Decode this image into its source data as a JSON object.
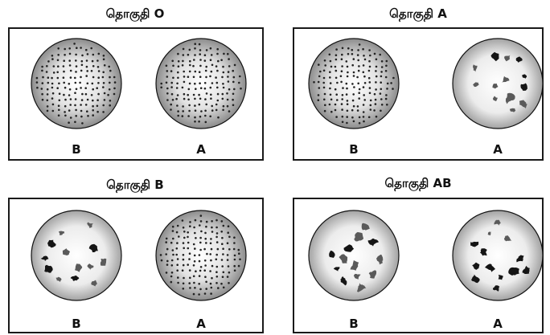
{
  "panels": [
    {
      "id": "O",
      "title": "தொகுதி O",
      "left": {
        "label": "B",
        "state": "dotted"
      },
      "right": {
        "label": "A",
        "state": "dotted"
      }
    },
    {
      "id": "A",
      "title": "தொகுதி A",
      "left": {
        "label": "B",
        "state": "dotted"
      },
      "right": {
        "label": "A",
        "state": "agglutinated"
      }
    },
    {
      "id": "B",
      "title": "தொகுதி B",
      "left": {
        "label": "B",
        "state": "agglutinated"
      },
      "right": {
        "label": "A",
        "state": "dotted"
      }
    },
    {
      "id": "AB",
      "title": "தொகுதி AB",
      "left": {
        "label": "B",
        "state": "agglutinated"
      },
      "right": {
        "label": "A",
        "state": "agglutinated"
      }
    }
  ],
  "colors": {
    "border": "#1a1a1a",
    "dot": "#222222",
    "clump": "#1c1c1c",
    "circle_edge": "#111111"
  }
}
